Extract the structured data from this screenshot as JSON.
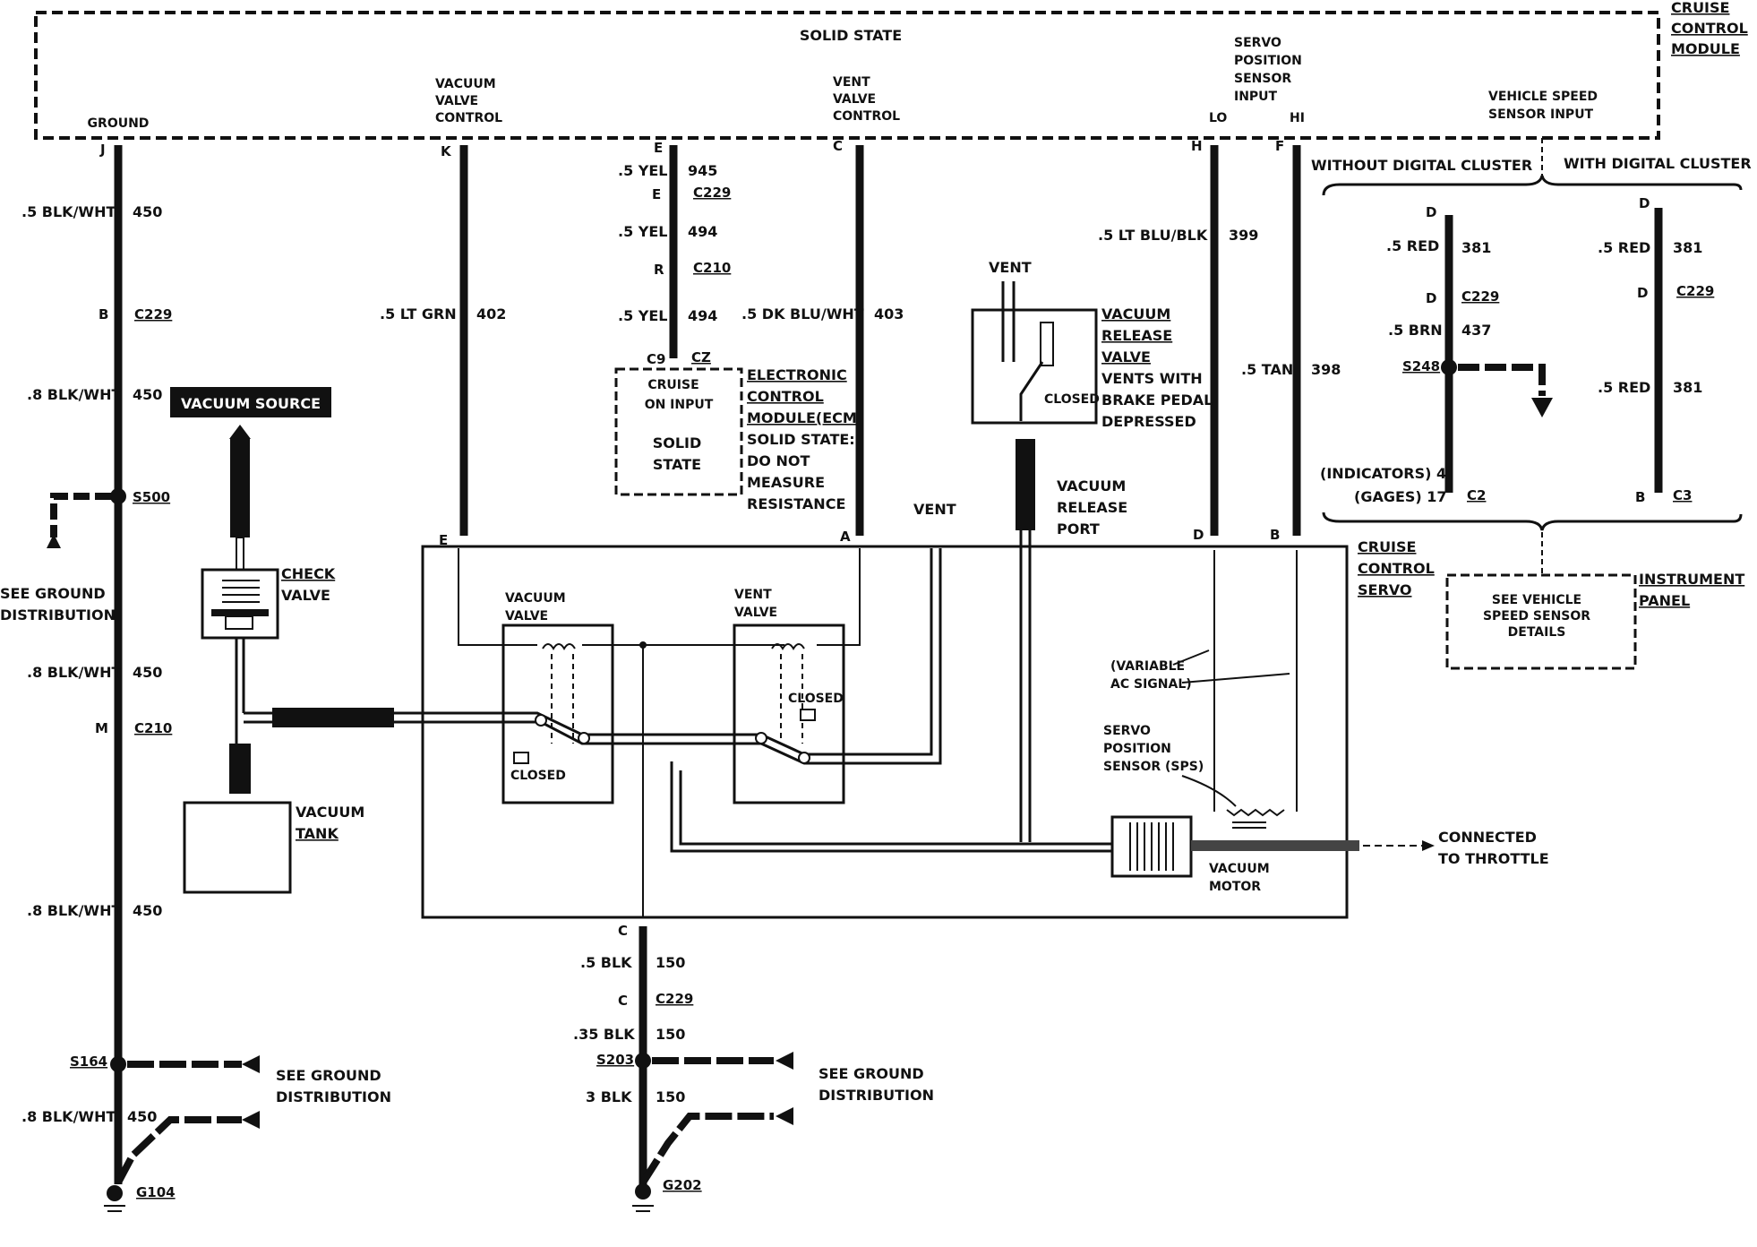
{
  "module": {
    "title": "SOLID STATE",
    "name_lines": [
      "CRUISE",
      "CONTROL",
      "MODULE"
    ],
    "ground_label": "GROUND",
    "vacuum_valve_control": [
      "VACUUM",
      "VALVE",
      "CONTROL"
    ],
    "vent_valve_control": [
      "VENT",
      "VALVE",
      "CONTROL"
    ],
    "servo_sensor_input": [
      "SERVO",
      "POSITION",
      "SENSOR",
      "INPUT"
    ],
    "lo": "LO",
    "hi": "HI",
    "vss_input": [
      "VEHICLE SPEED",
      "SENSOR INPUT"
    ]
  },
  "ground_circuit": {
    "pin_top": "J",
    "seg1": {
      "wire": ".5 BLK/WHT",
      "circuit": "450"
    },
    "conn1": {
      "pin": "B",
      "id": "C229"
    },
    "seg2": {
      "wire": ".8 BLK/WHT",
      "circuit": "450"
    },
    "splice1": "S500",
    "see_ground": [
      "SEE GROUND",
      "DISTRIBUTION"
    ],
    "seg3": {
      "wire": ".8 BLK/WHT",
      "circuit": "450"
    },
    "conn2": {
      "pin": "M",
      "id": "C210"
    },
    "seg4": {
      "wire": ".8 BLK/WHT",
      "circuit": "450"
    },
    "splice2": "S164",
    "see_ground2": [
      "SEE GROUND",
      "DISTRIBUTION"
    ],
    "seg5": {
      "wire": ".8 BLK/WHT",
      "circuit": "450"
    },
    "ground": "G104"
  },
  "vacuum_circuit": {
    "pin_top": "K",
    "wire": ".5 LT GRN",
    "circuit": "402",
    "pin_bottom": "E"
  },
  "ecm_circuit": {
    "pin_top": "E",
    "seg1": {
      "wire": ".5 YEL",
      "circuit": "945"
    },
    "conn1": {
      "pin": "E",
      "id": "C229"
    },
    "seg2": {
      "wire": ".5 YEL",
      "circuit": "494"
    },
    "conn2": {
      "pin": "R",
      "id": "C210"
    },
    "seg3": {
      "wire": ".5 YEL",
      "circuit": "494"
    },
    "conn3": {
      "pin": "C9",
      "id": "CZ"
    },
    "ecm_box": [
      "CRUISE",
      "ON INPUT",
      "SOLID",
      "STATE"
    ],
    "ecm_label": [
      "ELECTRONIC",
      "CONTROL",
      "MODULE(ECM)",
      "SOLID STATE:",
      "DO NOT",
      "MEASURE",
      "RESISTANCE"
    ]
  },
  "vent_circuit": {
    "pin_top": "C",
    "wire": ".5 DK BLU/WHT",
    "circuit": "403",
    "pin_bottom": "A"
  },
  "servo_lo": {
    "pin_top": "H",
    "wire": ".5 LT BLU/BLK",
    "circuit": "399",
    "pin_bottom": "D"
  },
  "servo_hi": {
    "pin_top": "F",
    "wire": ".5 TAN",
    "circuit": "398",
    "pin_bottom": "B"
  },
  "servo": {
    "name": [
      "CRUISE",
      "CONTROL",
      "SERVO"
    ],
    "vacuum_valve": [
      "VACUUM",
      "VALVE"
    ],
    "vent_valve": [
      "VENT",
      "VALVE"
    ],
    "closed": "CLOSED",
    "vent": "VENT",
    "variable_ac": [
      "(VARIABLE",
      "AC SIGNAL)"
    ],
    "sps": [
      "SERVO",
      "POSITION",
      "SENSOR (SPS)"
    ],
    "vacuum_motor": [
      "VACUUM",
      "MOTOR"
    ],
    "connected": [
      "CONNECTED",
      "TO THROTTLE"
    ],
    "vacuum_release_port": [
      "VACUUM",
      "RELEASE",
      "PORT"
    ]
  },
  "release_valve": {
    "vent": "VENT",
    "closed": "CLOSED",
    "label": [
      "VACUUM",
      "RELEASE",
      "VALVE",
      "VENTS WITH",
      "BRAKE PEDAL",
      "DEPRESSED"
    ]
  },
  "vacuum_source": "VACUUM SOURCE",
  "check_valve": [
    "CHECK",
    "VALVE"
  ],
  "vacuum_tank": [
    "VACUUM",
    "TANK"
  ],
  "bottom_ground": {
    "pin_top": "C",
    "seg1": {
      "wire": ".5 BLK",
      "circuit": "150"
    },
    "conn1": {
      "pin": "C",
      "id": "C229"
    },
    "seg2": {
      "wire": ".35 BLK",
      "circuit": "150"
    },
    "splice": "S203",
    "see_ground": [
      "SEE GROUND",
      "DISTRIBUTION"
    ],
    "seg3": {
      "wire": "3 BLK",
      "circuit": "150"
    },
    "ground": "G202"
  },
  "without_cluster": {
    "title": "WITHOUT DIGITAL CLUSTER",
    "pin_top": "D",
    "seg1": {
      "wire": ".5 RED",
      "circuit": "381"
    },
    "conn1": {
      "pin": "D",
      "id": "C229"
    },
    "seg2": {
      "wire": ".5 BRN",
      "circuit": "437"
    },
    "splice": "S248",
    "indicators": "(INDICATORS) 4",
    "gages": "(GAGES) 17",
    "conn2": "C2"
  },
  "with_cluster": {
    "title": "WITH DIGITAL CLUSTER",
    "pin_top": "D",
    "seg1": {
      "wire": ".5 RED",
      "circuit": "381"
    },
    "conn1": {
      "pin": "D",
      "id": "C229"
    },
    "seg2": {
      "wire": ".5 RED",
      "circuit": "381"
    },
    "pin_bottom": "B",
    "conn2": "C3"
  },
  "instrument_panel": {
    "box": [
      "SEE VEHICLE",
      "SPEED SENSOR",
      "DETAILS"
    ],
    "label": [
      "INSTRUMENT",
      "PANEL"
    ]
  }
}
